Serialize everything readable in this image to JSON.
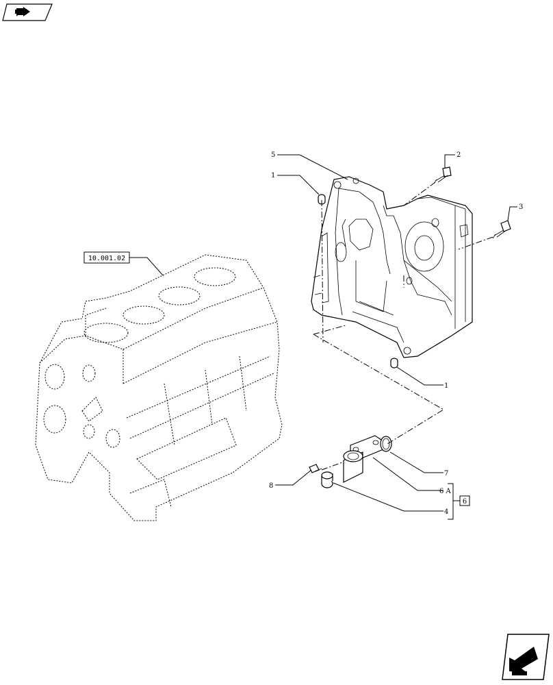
{
  "icons": {
    "top_left": "previous-page-icon",
    "bottom_right": "next-page-icon"
  },
  "reference_box": "10.001.02",
  "callouts": {
    "c5": "5",
    "c1_top": "1",
    "c2": "2",
    "c3": "3",
    "c1_bottom": "1",
    "c7": "7",
    "c6a": "6 A",
    "c4": "4",
    "c8": "8",
    "c6_box": "6"
  }
}
